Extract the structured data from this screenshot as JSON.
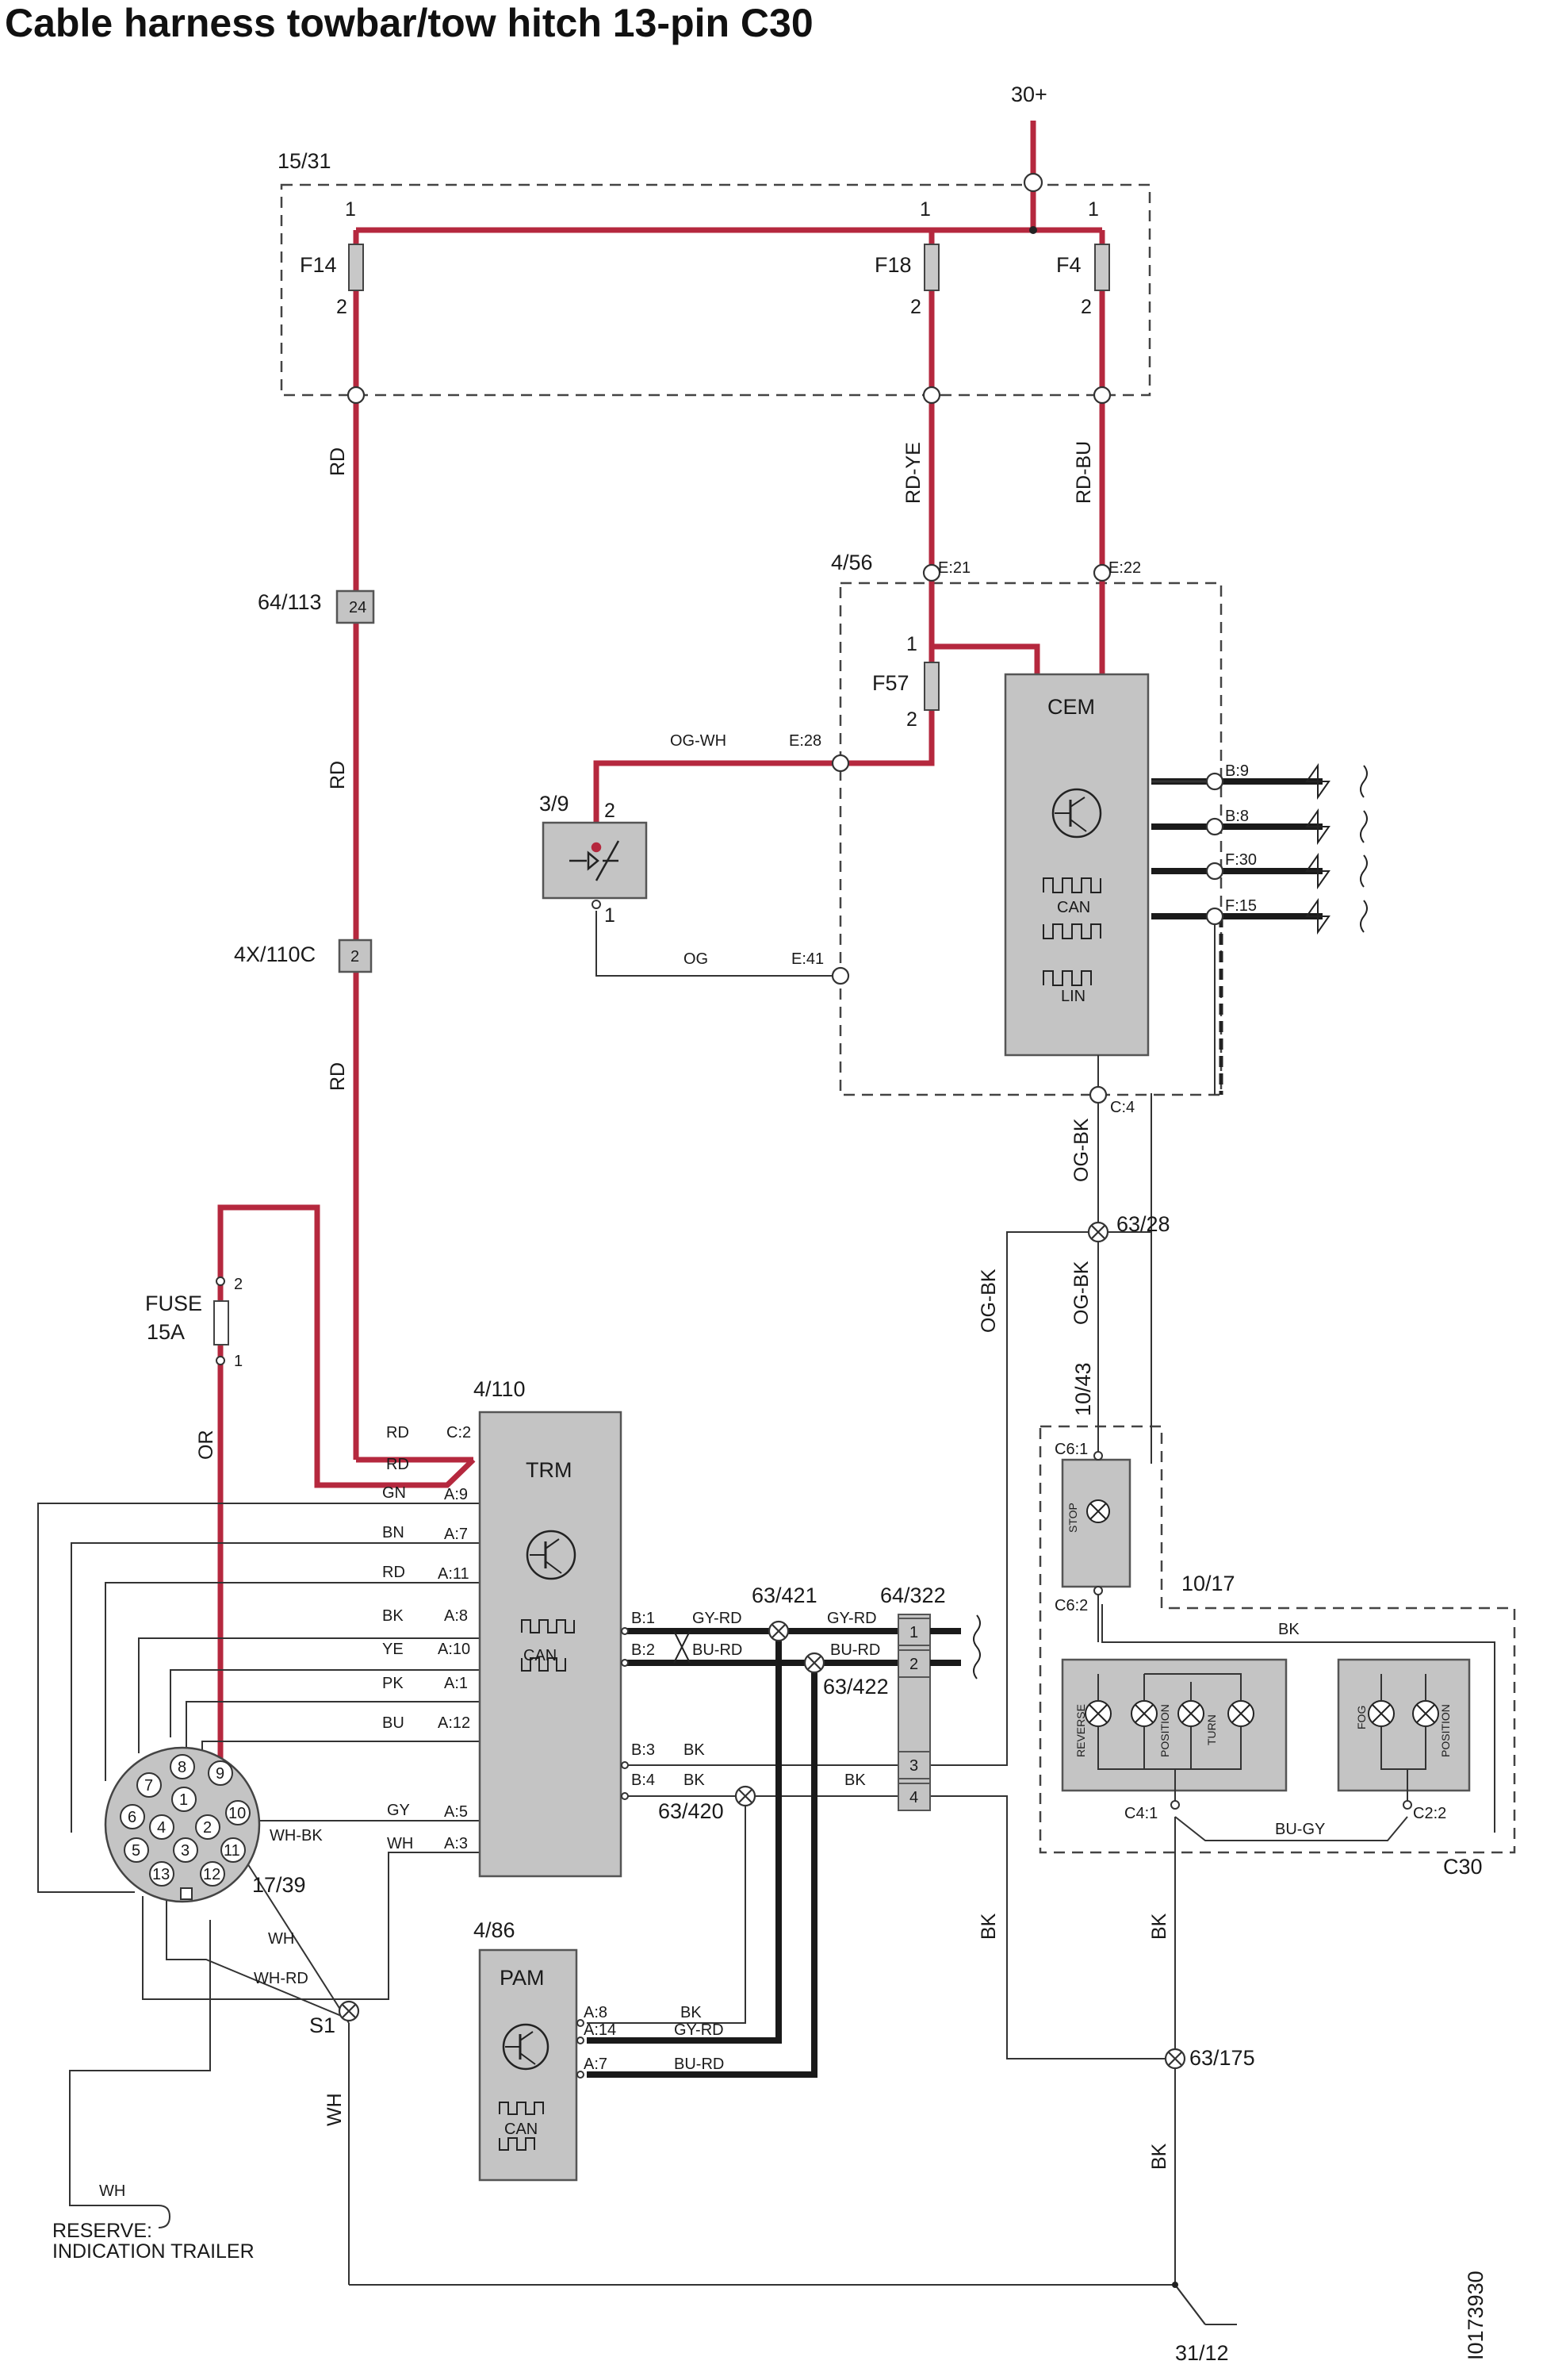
{
  "title": "Cable harness towbar/tow hitch 13-pin C30",
  "supply": "30+",
  "ground": "31/12",
  "figure_id": "I0173930",
  "fusebox": {
    "ref": "15/31",
    "fuses": [
      {
        "name": "F14",
        "pin_top": "1",
        "pin_bottom": "2"
      },
      {
        "name": "F18",
        "pin_top": "1",
        "pin_bottom": "2"
      },
      {
        "name": "F4",
        "pin_top": "1",
        "pin_bottom": "2"
      }
    ]
  },
  "cem": {
    "ref": "4/56",
    "name": "CEM",
    "fuse": {
      "name": "F57",
      "pin_top": "1",
      "pin_bottom": "2"
    },
    "pins": [
      "E:21",
      "E:22",
      "E:28",
      "E:41",
      "B:9",
      "B:8",
      "F:30",
      "F:15",
      "C:4"
    ],
    "can_label": "CAN",
    "lin_label": "LIN"
  },
  "switch": {
    "ref": "3/9",
    "pin_top": "2",
    "pin_bottom": "1"
  },
  "connectors": {
    "c1": {
      "ref": "64/113",
      "pin": "24"
    },
    "c2": {
      "ref": "4X/110C",
      "pin": "2"
    },
    "c3": {
      "ref": "64/322",
      "pins": [
        "1",
        "2",
        "3",
        "4"
      ]
    }
  },
  "fuse15": {
    "name": "FUSE",
    "rating": "15A",
    "pin_top": "2",
    "pin_bottom": "1"
  },
  "trm": {
    "ref": "4/110",
    "name": "TRM",
    "left_pins": [
      "C:2",
      "A:9",
      "A:7",
      "A:11",
      "A:8",
      "A:10",
      "A:1",
      "A:12",
      "A:5",
      "A:3"
    ],
    "right_pins": [
      "B:1",
      "B:2",
      "B:3",
      "B:4"
    ],
    "can_label": "CAN"
  },
  "pam": {
    "ref": "4/86",
    "name": "PAM",
    "pins": [
      "A:8",
      "A:14",
      "A:7"
    ],
    "can_label": "CAN"
  },
  "socket": {
    "ref": "17/39",
    "pins": [
      "8",
      "9",
      "7",
      "1",
      "6",
      "10",
      "4",
      "2",
      "5",
      "3",
      "11",
      "13",
      "12"
    ]
  },
  "splices": [
    "63/421",
    "63/422",
    "63/420",
    "63/28",
    "63/175",
    "S1"
  ],
  "wires": {
    "rd": "RD",
    "rd_ye": "RD-YE",
    "rd_bu": "RD-BU",
    "og_wh": "OG-WH",
    "og": "OG",
    "og_bk": "OG-BK",
    "or": "OR",
    "gn": "GN",
    "bn": "BN",
    "bk": "BK",
    "ye": "YE",
    "pk": "PK",
    "bu": "BU",
    "gy": "GY",
    "wh": "WH",
    "wh_bk": "WH-BK",
    "wh_rd": "WH-RD",
    "gy_rd": "GY-RD",
    "bu_rd": "BU-RD",
    "bu_gy": "BU-GY"
  },
  "lamps": {
    "stop": {
      "ref": "10/43",
      "pin_top": "C6:1",
      "pin_bottom": "C6:2",
      "label": "STOP"
    },
    "rear": {
      "ref": "10/17",
      "model": "C30",
      "pins": [
        "C4:1",
        "C2:2"
      ],
      "labels": [
        "REVERSE",
        "POSITION",
        "TURN",
        "FOG",
        "POSITION"
      ]
    }
  },
  "reserve": "RESERVE:",
  "reserve2": "INDICATION TRAILER"
}
